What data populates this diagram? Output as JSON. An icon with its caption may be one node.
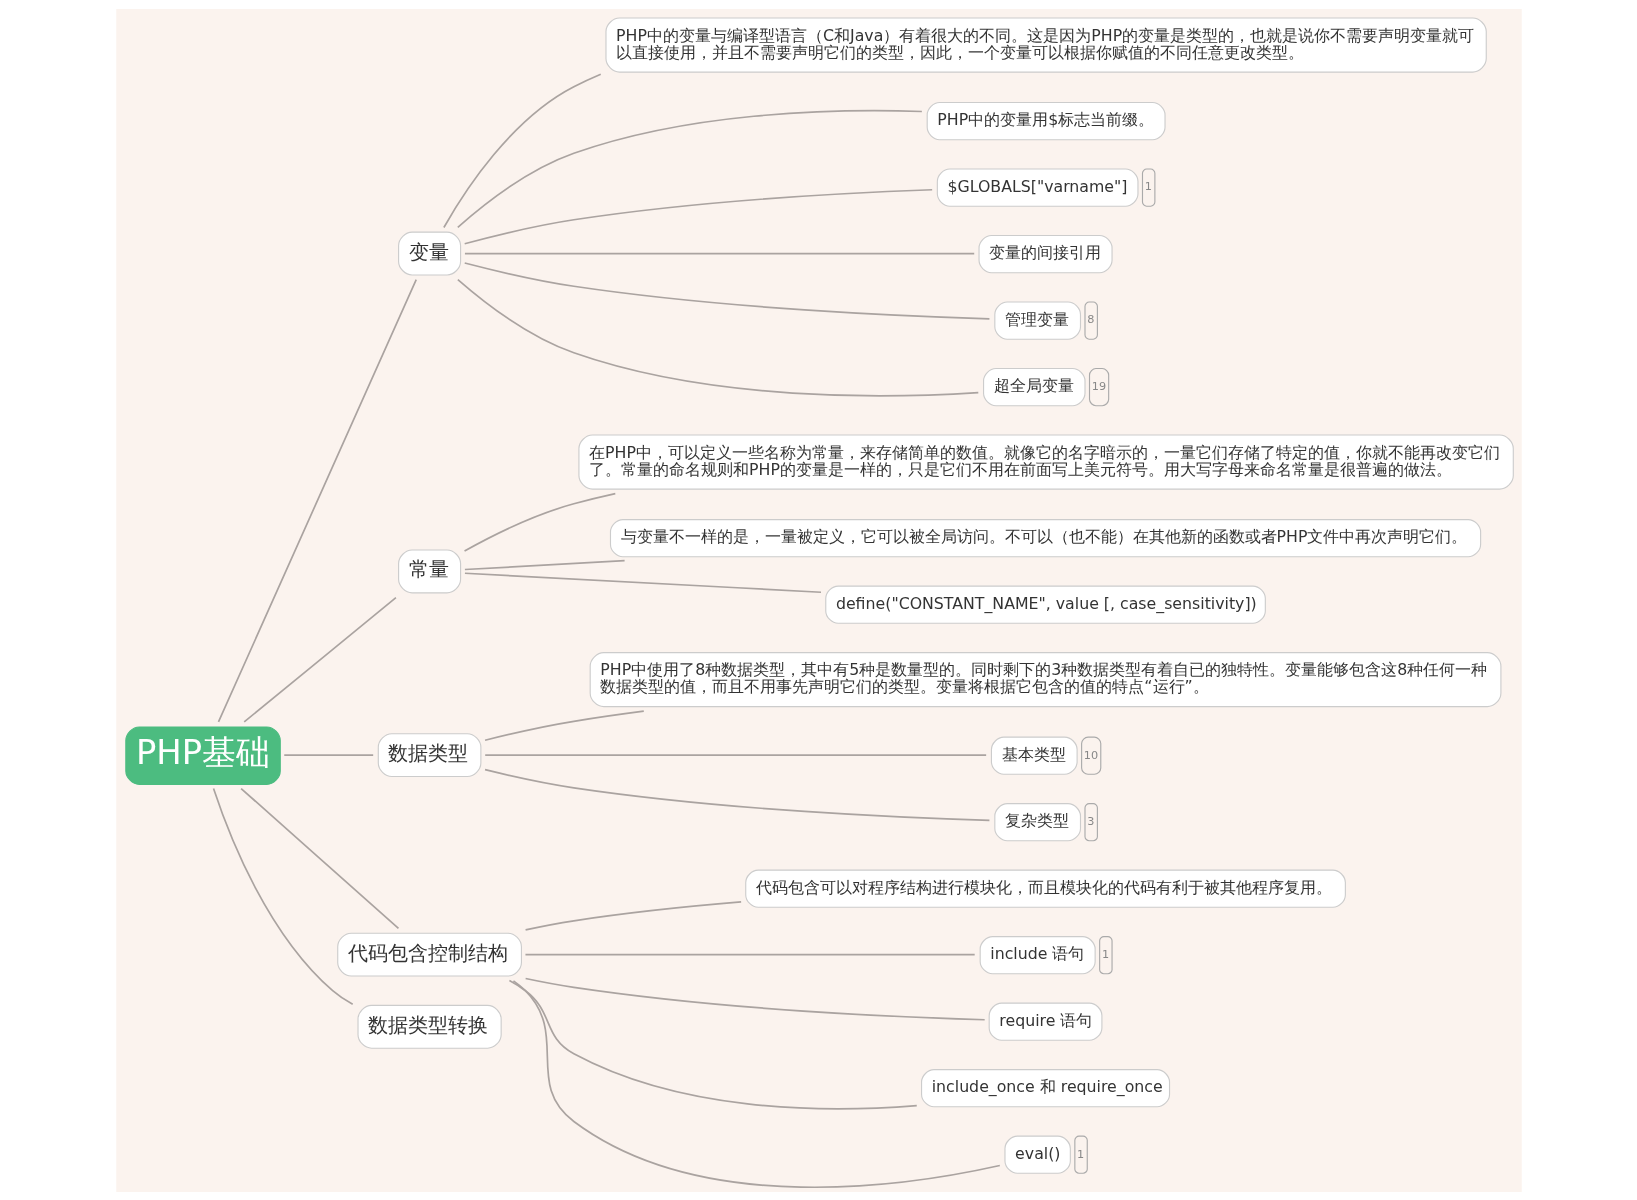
{
  "diagram": {
    "nodes": [
      {
        "text": [
          "PHP基础"
        ]
      },
      {
        "text": [
          "变量"
        ]
      },
      {
        "text": [
          "PHP中的变量与编译型语言（C和Java）有着很大的不同。这是因为PHP的变量是类型的，也就是说你不需要声明变量就可以直接使用，并且不需要声明它们的类型，因此，一个变量可以根据你赋值的不同任意更改类型。"
        ]
      },
      {
        "text": [
          "PHP中的变量用$标志当前缀。"
        ]
      },
      {
        "text": [
          "$GLOBALS[\"varname\"]"
        ],
        "beside": [
          "1"
        ]
      },
      {
        "text": [
          "变量的间接引用"
        ]
      },
      {
        "text": [
          "管理变量"
        ],
        "beside": [
          "8"
        ]
      },
      {
        "text": [
          "超全局变量"
        ],
        "beside": [
          "19"
        ]
      },
      {
        "text": [
          "常量"
        ]
      },
      {
        "text": [
          "在PHP中，可以定义一些名称为常量，来存储简单的数值。就像它的名字暗示的，一量它们存储了特定的值，你就不能再改变它们了。常量的命名规则和PHP的变量是一样的，只是它们不用在前面写上美元符号。用大写字母来命名常量是很普遍的做法。"
        ]
      },
      {
        "text": [
          "与变量不一样的是，一量被定义，它可以被全局访问。不可以（也不能）在其他新的函数或者PHP文件中再次声明它们。"
        ]
      },
      {
        "text": [
          "define(\"CONSTANT_NAME\", value [, case_sensitivity])"
        ]
      },
      {
        "text": [
          "数据类型"
        ]
      },
      {
        "text": [
          "PHP中使用了8种数据类型，其中有5种是数量型的。同时剩下的3种数据类型有着自已的独特性。变量能够包含这8种任何一种数据类型的值，而且不用事先声明它们的类型。变量将根据它包含的值的特点“运行”。"
        ]
      },
      {
        "text": [
          "基本类型"
        ],
        "beside": [
          "10"
        ]
      },
      {
        "text": [
          "复杂类型"
        ],
        "beside": [
          "3"
        ]
      },
      {
        "text": [
          "代码包含控制结构"
        ]
      },
      {
        "text": [
          "代码包含可以对程序结构进行模块化，而且模块化的代码有利于被其他程序复用。"
        ]
      },
      {
        "text": [
          "include 语句"
        ],
        "beside": [
          "1"
        ]
      },
      {
        "text": [
          "require 语句"
        ]
      },
      {
        "text": [
          "include_once 和 require_once"
        ]
      },
      {
        "text": [
          "eval()"
        ],
        "beside": [
          "1"
        ]
      },
      {
        "text": [
          "数据类型转换"
        ]
      }
    ],
    "edges": [
      {
        "from": 0,
        "to": 1,
        "arrow": "none"
      },
      {
        "from": 1,
        "to": 2,
        "arrow": "none"
      },
      {
        "from": 1,
        "to": 3,
        "arrow": "none"
      },
      {
        "from": 1,
        "to": 4,
        "arrow": "none"
      },
      {
        "from": 1,
        "to": 5,
        "arrow": "none"
      },
      {
        "from": 1,
        "to": 6,
        "arrow": "none"
      },
      {
        "from": 1,
        "to": 7,
        "arrow": "none"
      },
      {
        "from": 0,
        "to": 8,
        "arrow": "none"
      },
      {
        "from": 8,
        "to": 9,
        "arrow": "none"
      },
      {
        "from": 8,
        "to": 10,
        "arrow": "none"
      },
      {
        "from": 8,
        "to": 11,
        "arrow": "none"
      },
      {
        "from": 0,
        "to": 12,
        "arrow": "none"
      },
      {
        "from": 12,
        "to": 13,
        "arrow": "none"
      },
      {
        "from": 12,
        "to": 14,
        "arrow": "none"
      },
      {
        "from": 12,
        "to": 15,
        "arrow": "none"
      },
      {
        "from": 0,
        "to": 16,
        "arrow": "none"
      },
      {
        "from": 16,
        "to": 17,
        "arrow": "none"
      },
      {
        "from": 16,
        "to": 18,
        "arrow": "none"
      },
      {
        "from": 16,
        "to": 19,
        "arrow": "none"
      },
      {
        "from": 16,
        "to": 20,
        "arrow": "none"
      },
      {
        "from": 16,
        "to": 21,
        "arrow": "none"
      },
      {
        "from": 0,
        "to": 22,
        "arrow": "none"
      }
    ]
  }
}
